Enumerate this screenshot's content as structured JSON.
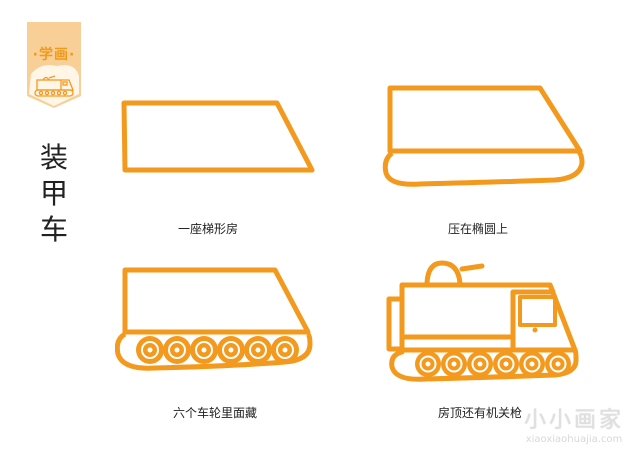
{
  "badge": {
    "label": "·学画·",
    "icon": "armored-car-icon",
    "color": "#f5c98c"
  },
  "title": {
    "chars": [
      "装",
      "甲",
      "车"
    ]
  },
  "steps": [
    {
      "caption": "一座梯形房"
    },
    {
      "caption": "压在椭圆上"
    },
    {
      "caption": "六个车轮里面藏"
    },
    {
      "caption": "房顶还有机关枪"
    }
  ],
  "watermark": {
    "text": "小小画家",
    "url": "xiaoxiaohuajia.com"
  },
  "colors": {
    "stroke": "#f39a1e",
    "text": "#222222"
  }
}
